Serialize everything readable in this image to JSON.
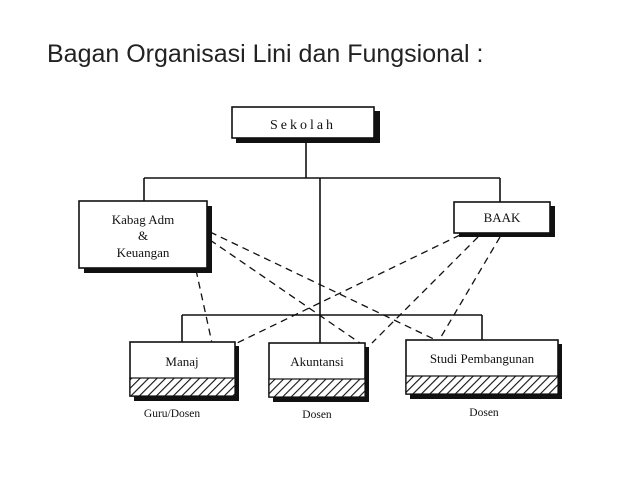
{
  "slide": {
    "title": "Bagan Organisasi Lini dan Fungsional :"
  },
  "chart": {
    "nodes": {
      "sekolah": "Sekolah",
      "kabag_line1": "Kabag Adm",
      "kabag_line2": "&",
      "kabag_line3": "Keuangan",
      "baak": "BAAK",
      "manaj": "Manaj",
      "akuntansi": "Akuntansi",
      "studi": "Studi Pembangunan"
    },
    "captions": {
      "manaj": "Guru/Dosen",
      "akuntansi": "Dosen",
      "studi": "Dosen"
    }
  },
  "colors": {
    "line": "#111111",
    "text": "#222222",
    "background": "#ffffff"
  }
}
